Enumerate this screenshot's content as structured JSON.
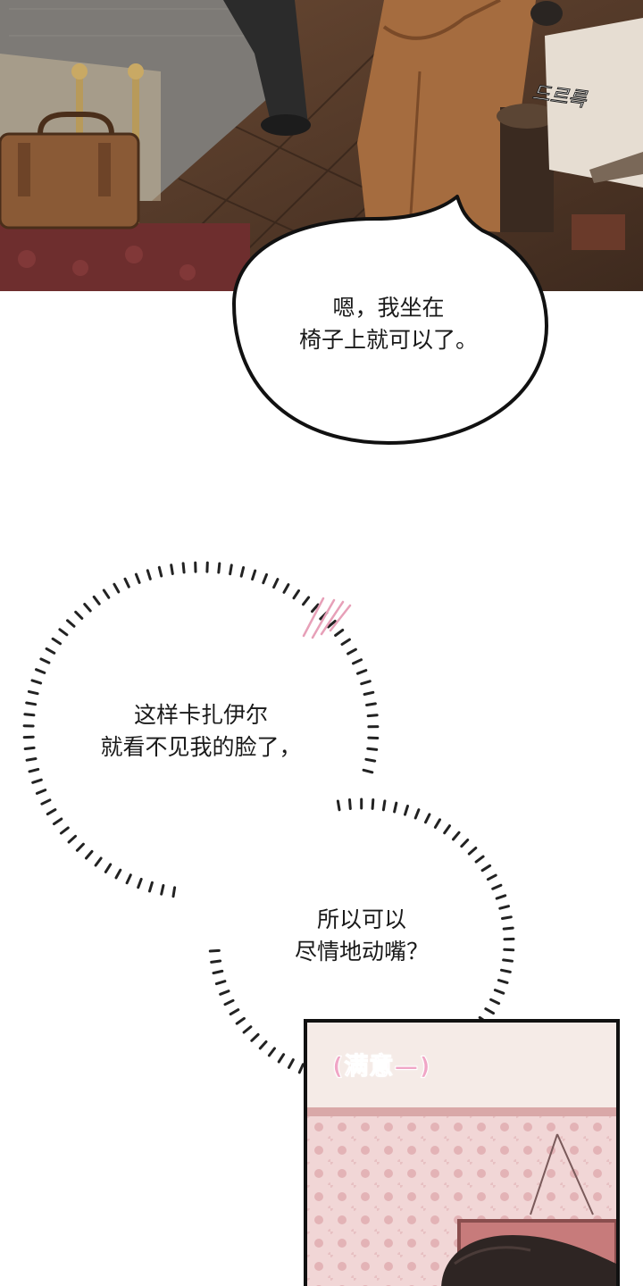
{
  "panel_top": {
    "sfx": "드르륵"
  },
  "speech_bubble": {
    "lines": [
      "嗯，我坐在",
      "椅子上就可以了。"
    ]
  },
  "thought_bubble": {
    "part1": [
      "这样卡扎伊尔",
      "就看不见我的脸了，"
    ],
    "part2": [
      "所以可以",
      "尽情地动嘴？"
    ]
  },
  "annotation": {
    "text": "(满意—)"
  },
  "colors": {
    "note_pink": "#f0a6c6",
    "outline": "#111111"
  }
}
